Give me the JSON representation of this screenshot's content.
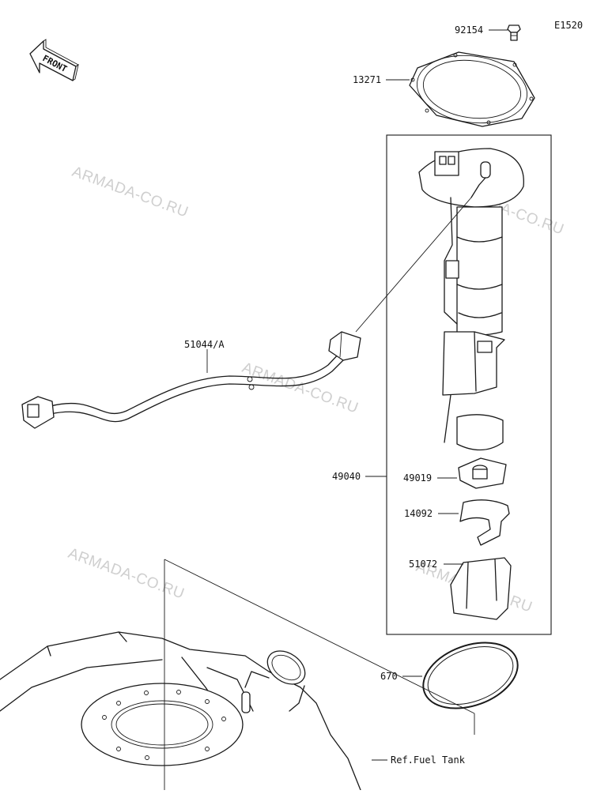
{
  "diagram_code": "E1520",
  "front_label": "FRONT",
  "watermark": "ARMADA-CO.RU",
  "parts": {
    "bolt": "92154",
    "gasket_plate": "13271",
    "hose": "51044/A",
    "pump_assembly": "49040",
    "seat": "49019",
    "bracket": "14092",
    "holder": "51072",
    "o_ring": "670",
    "ref_tank": "Ref.Fuel Tank"
  }
}
